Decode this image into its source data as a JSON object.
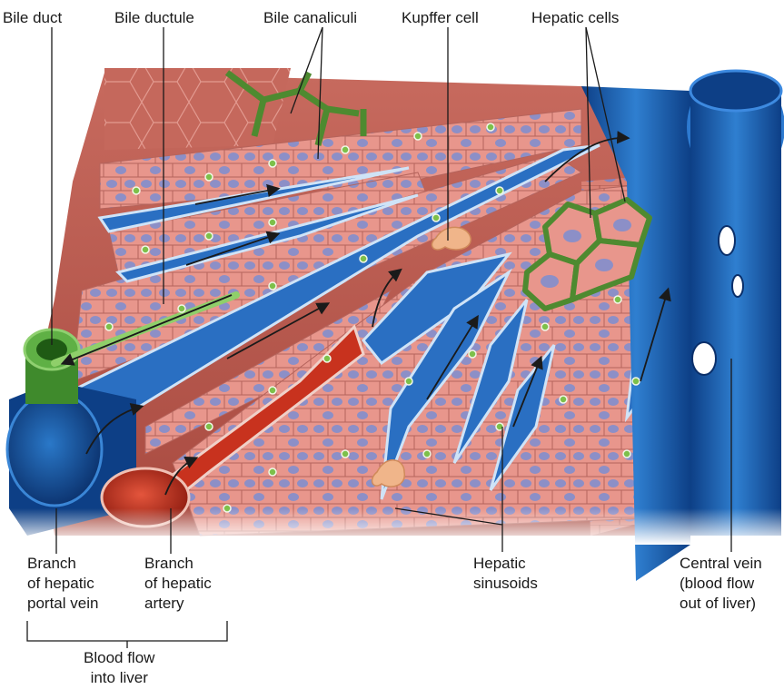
{
  "labels": {
    "bile_duct": "Bile duct",
    "bile_ductule": "Bile ductule",
    "bile_canaliculi": "Bile canaliculi",
    "kupffer_cell": "Kupffer cell",
    "hepatic_cells": "Hepatic cells",
    "portal_vein": [
      "Branch",
      "of hepatic",
      "portal vein"
    ],
    "hepatic_artery": [
      "Branch",
      "of hepatic",
      "artery"
    ],
    "hepatic_sinusoids": [
      "Hepatic",
      "sinusoids"
    ],
    "central_vein": [
      "Central vein",
      "(blood flow",
      "out of liver)"
    ],
    "blood_flow_into_liver": [
      "Blood flow",
      "into liver"
    ]
  },
  "colors": {
    "hepatocyte": "#e8968c",
    "hepatocyte_outline": "#b5645c",
    "nucleus": "#8c8fc7",
    "vein_blue": "#1f5fb0",
    "vein_light": "#4f9ae0",
    "artery_red": "#c8321e",
    "bile_green": "#5a9a3c",
    "tissue_dark": "#b9574c"
  }
}
